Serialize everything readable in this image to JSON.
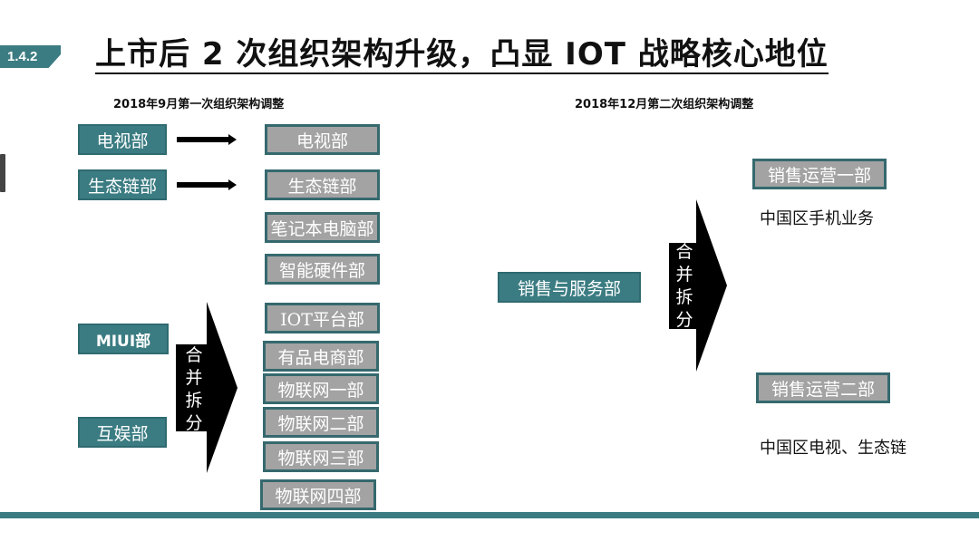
{
  "badge": "1.4.2",
  "title": "上市后 2 次组织架构升级，凸显 IOT 战略核心地位",
  "first": {
    "heading": "2018年9月第一次组织架构调整",
    "sources": [
      "电视部",
      "生态链部",
      "MIUI部",
      "互娱部"
    ],
    "targets": [
      "电视部",
      "生态链部",
      "笔记本电脑部",
      "智能硬件部",
      "IOT平台部",
      "有品电商部",
      "物联网一部",
      "物联网二部",
      "物联网三部",
      "物联网四部"
    ],
    "arrow_label": [
      "合",
      "并",
      "拆",
      "分"
    ]
  },
  "second": {
    "heading": "2018年12月第二次组织架构调整",
    "source": "销售与服务部",
    "arrow_label": [
      "合",
      "并",
      "拆",
      "分"
    ],
    "targets": [
      {
        "name": "销售运营一部",
        "note": "中国区手机业务"
      },
      {
        "name": "销售运营二部",
        "note": "中国区电视、生态链"
      }
    ]
  },
  "colors": {
    "accent": "#3b7c82",
    "gray_box": "#a3a3a3"
  }
}
